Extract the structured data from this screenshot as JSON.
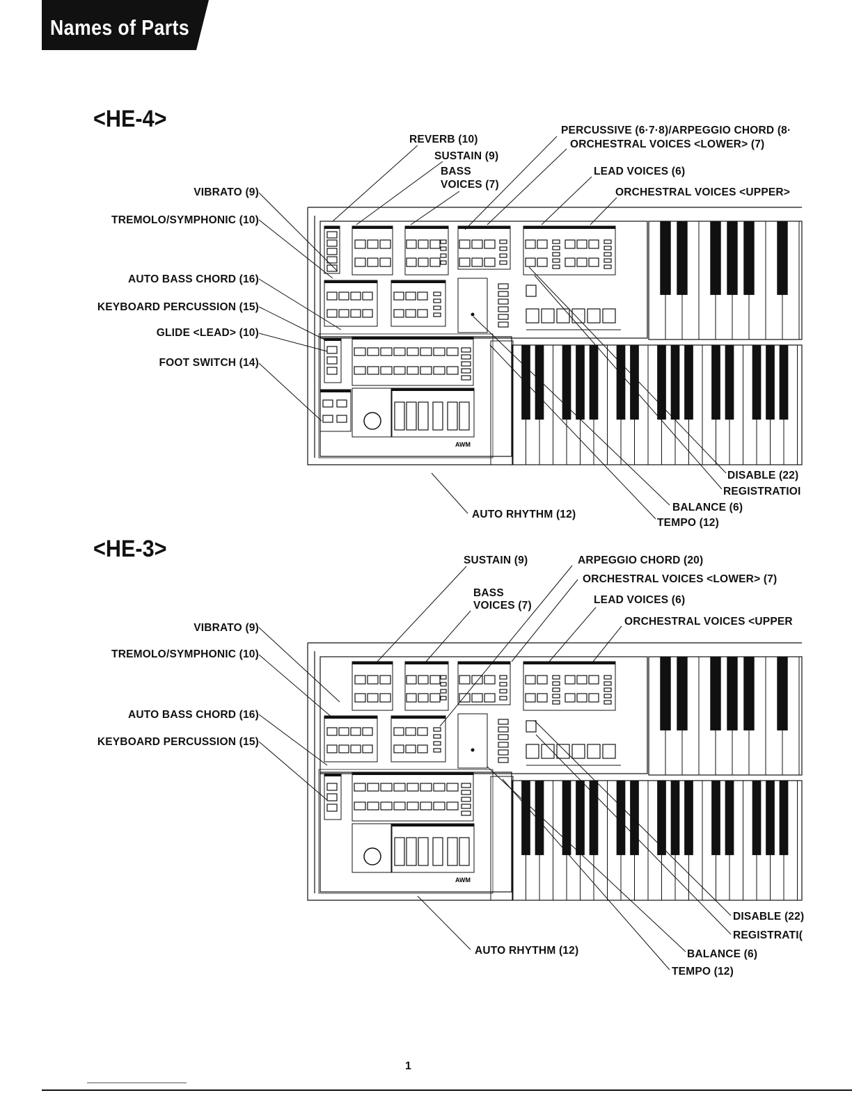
{
  "header": {
    "title": "Names of Parts"
  },
  "sections": [
    {
      "model": "<HE-4>",
      "labels": {
        "reverb": "REVERB (10)",
        "sustain": "SUSTAIN (9)",
        "bass_1": "BASS",
        "bass_2": "VOICES  (7)",
        "percussive": "PERCUSSIVE (6·7·8)/ARPEGGIO CHORD (8·",
        "orch_lower": "ORCHESTRAL VOICES <LOWER> (7)",
        "lead": "LEAD VOICES (6)",
        "orch_upper": "ORCHESTRAL VOICES <UPPER>",
        "vibrato": "VIBRATO (9)",
        "tremolo": "TREMOLO/SYMPHONIC (10)",
        "auto_bass": "AUTO BASS CHORD (16)",
        "kbd_perc": "KEYBOARD PERCUSSION (15)",
        "glide": "GLIDE <LEAD> (10)",
        "foot": "FOOT SWITCH (14)",
        "disable": "DISABLE (22)",
        "registration": "REGISTRATIOI",
        "balance": "BALANCE (6)",
        "tempo": "TEMPO (12)",
        "auto_rhythm": "AUTO RHYTHM (12)"
      }
    },
    {
      "model": "<HE-3>",
      "labels": {
        "sustain": "SUSTAIN (9)",
        "arpeggio": "ARPEGGIO CHORD (20)",
        "orch_lower": "ORCHESTRAL VOICES <LOWER> (7)",
        "bass_1": "BASS",
        "bass_2": "VOICES (7)",
        "lead": "LEAD VOICES (6)",
        "orch_upper": "ORCHESTRAL VOICES <UPPER",
        "vibrato": "VIBRATO (9)",
        "tremolo": "TREMOLO/SYMPHONIC (10)",
        "auto_bass": "AUTO BASS CHORD (16)",
        "kbd_perc": "KEYBOARD PERCUSSION (15)",
        "disable": "DISABLE (22)",
        "registration": "REGISTRATI(",
        "balance": "BALANCE (6)",
        "tempo": "TEMPO (12)",
        "auto_rhythm": "AUTO RHYTHM (12)"
      }
    }
  ],
  "page_number": "1"
}
